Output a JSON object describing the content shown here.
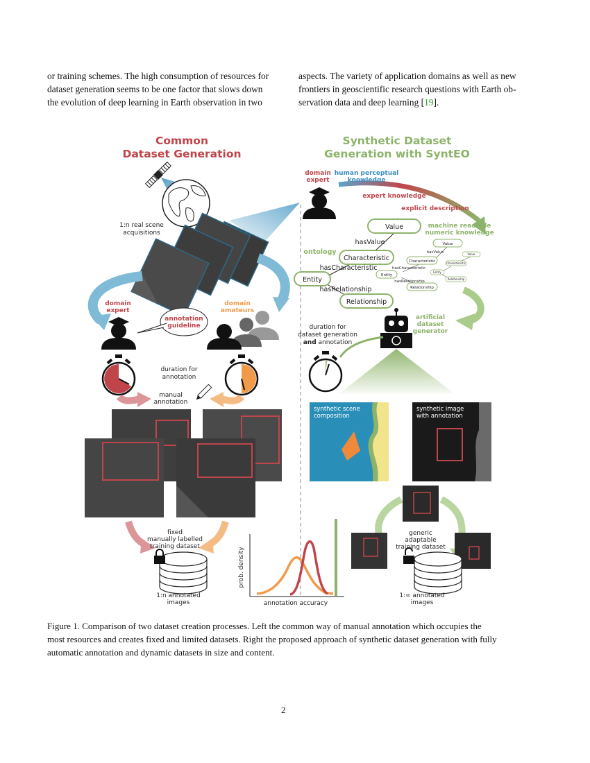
{
  "body_text": {
    "left_col": [
      "or training schemes. The high consumption of resources for",
      "dataset generation seems to be one factor that slows down",
      "the evolution of deep learning in Earth observation in two"
    ],
    "right_col_line1": "aspects. The variety of application domains as well as new",
    "right_col_line2": "frontiers in geoscientific research questions with Earth ob-",
    "right_col_line3_pre": "servation data and deep learning [",
    "right_col_ref": "19",
    "right_col_line3_post": "]."
  },
  "figure": {
    "left_title_1": "Common",
    "left_title_2": "Dataset Generation",
    "right_title_1": "Synthetic Dataset",
    "right_title_2": "Generation with SyntEO",
    "real_scene_1": "1:n real scene",
    "real_scene_2": "acquisitions",
    "domain_expert_top_1": "domain",
    "domain_expert_top_2": "expert",
    "human_perceptual_1": "human perceptual",
    "human_perceptual_2": "knowledge",
    "expert_knowledge": "expert knowledge",
    "explicit_description": "explicit description",
    "machine_readable_1": "machine readable",
    "machine_readable_2": "numeric knowledge",
    "ontology_label": "ontology",
    "onto_value": "Value",
    "onto_hasvalue": "hasValue",
    "onto_characteristic": "Characteristic",
    "onto_hascharacteristic": "hasCharacteristic",
    "onto_entity": "Entity",
    "onto_hasrelationship": "hasRelationship",
    "onto_relationship": "Relationship",
    "small_value": "Value",
    "small_hasvalue": "hasValue",
    "small_characteristic": "Characteristic",
    "small_hascharacteristic": "hasCharacteristic",
    "small_entity": "Entity",
    "small_hasrelationship": "hasRelationship",
    "small_relationship": "Relationship",
    "small_value2": "Value",
    "small_characteristic2": "Characteristic",
    "small_entity2": "Entity",
    "small_relationship2": "Relationship",
    "domain_expert_left_1": "domain",
    "domain_expert_left_2": "expert",
    "annotation_guideline_1": "annotation",
    "annotation_guideline_2": "guideline",
    "domain_amateurs_1": "domain",
    "domain_amateurs_2": "amateurs",
    "duration_annotation_1": "duration for",
    "duration_annotation_2": "annotation",
    "manual_annotation_1": "manual",
    "manual_annotation_2": "annotation",
    "duration_gen_1": "duration for",
    "duration_gen_2": "dataset generation",
    "duration_gen_3_bold": "and",
    "duration_gen_3_rest": " annotation",
    "artificial_1": "artificial",
    "artificial_2": "dataset",
    "artificial_3": "generator",
    "synthetic_scene_1": "synthetic scene",
    "synthetic_scene_2": "composition",
    "synthetic_image_1": "synthetic image",
    "synthetic_image_2": "with annotation",
    "fixed_1": "fixed",
    "fixed_2": "manually labelled",
    "fixed_3": "training dataset",
    "one_n_1": "1:n annotated",
    "one_n_2": "images",
    "generic_1": "generic",
    "generic_2": "adaptable",
    "generic_3": "training dataset",
    "one_inf_1": "1:∞ annotated",
    "one_inf_2": "images",
    "plot_ylabel": "prob. density",
    "plot_xlabel": "annotation accuracy"
  },
  "colors": {
    "red": "#c0454a",
    "orange": "#f09a4a",
    "green": "#8db36a",
    "blue": "#5ba3c9",
    "ocean": "#2a8fb8"
  },
  "caption": {
    "line1": "Figure 1.  Comparison of two dataset creation processes.  Left the common way of manual annotation which occupies the",
    "line2": "most resources and creates fixed and limited datasets. Right the proposed approach of synthetic dataset generation with fully",
    "line3": "automatic annotation and dynamic datasets in size and content."
  },
  "page_number": "2"
}
